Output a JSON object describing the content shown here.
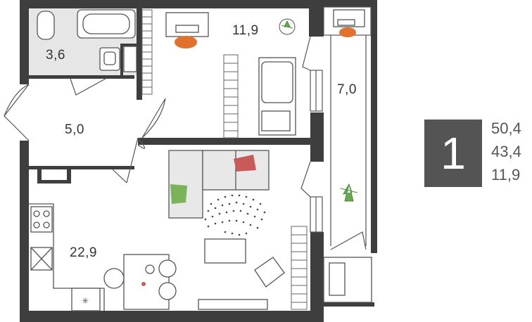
{
  "apartment": {
    "rooms_count": "1",
    "total_area": "50,4",
    "living_area_total": "43,4",
    "living_room_area": "11,9"
  },
  "rooms": {
    "bathroom": "3,6",
    "hallway": "5,0",
    "bedroom": "11,9",
    "balcony": "7,0",
    "kitchen_living": "22,9"
  },
  "colors": {
    "wall": "#3e3e3e",
    "accent_cushion_red": "#c85a5a",
    "accent_cushion_green": "#6aa84f",
    "accent_chair_orange": "#e0712f",
    "bathroom_tile": "#e3e3e3",
    "badge": "#545454"
  }
}
